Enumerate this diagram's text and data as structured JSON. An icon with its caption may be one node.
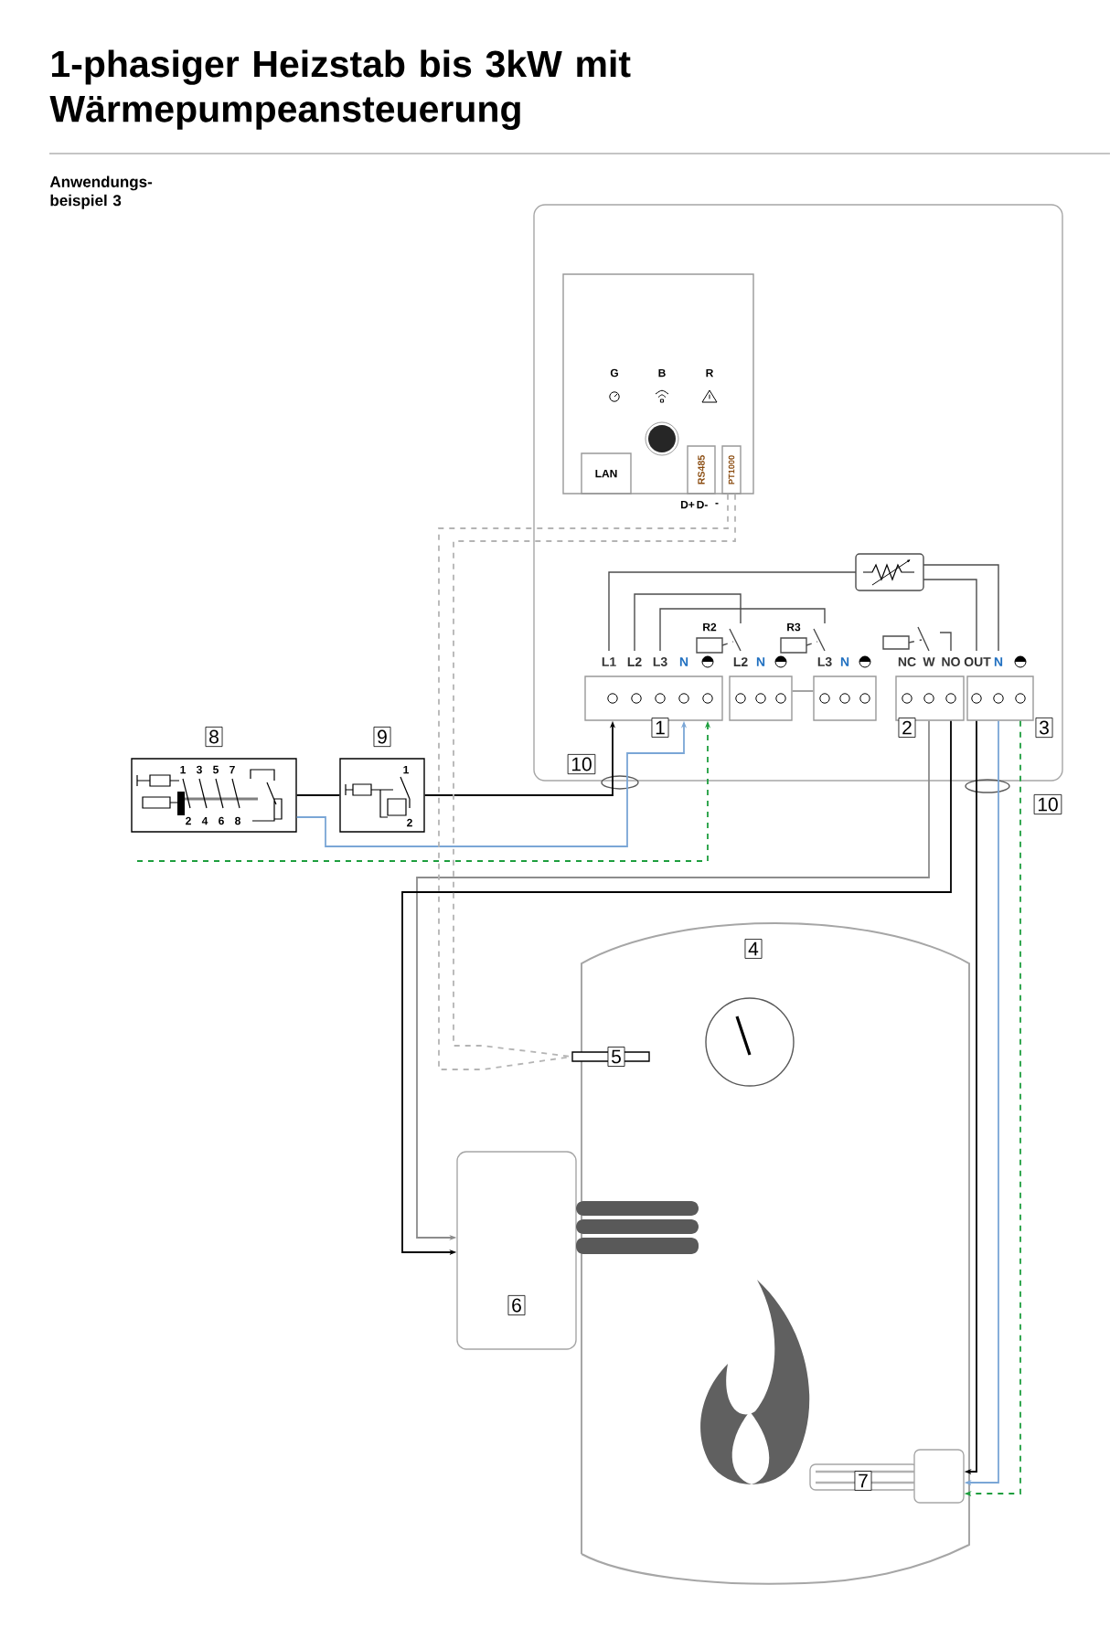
{
  "diagram": {
    "title": "1-phasiger Heizstab bis 3kW mit Wärmepumpeansteuerung",
    "nodes": [
      {
        "text": [],
        "shape": "box"
      },
      {
        "text": [
          "G",
          "B",
          "R"
        ],
        "in": 0
      },
      {
        "text": [
          "LAN"
        ],
        "in": 1
      },
      {
        "text": [
          "RS485"
        ],
        "in": 1,
        "beside": [
          "D+",
          "D-",
          "-"
        ]
      },
      {
        "text": [
          "PT1000"
        ],
        "in": 1
      },
      {
        "text": [
          "L1",
          "L2",
          "L3",
          "N",
          "1"
        ],
        "in": 0
      },
      {
        "text": [
          "L2",
          "N"
        ],
        "in": 0
      },
      {
        "text": [
          "L3",
          "N"
        ],
        "in": 0
      },
      {
        "text": [
          "NC",
          "W",
          "NO",
          "2"
        ],
        "in": 0
      },
      {
        "text": [
          "OUT",
          "N",
          "3"
        ],
        "in": 0
      },
      {
        "text": [
          "8",
          "1",
          "3",
          "5",
          "7",
          "2",
          "4",
          "6",
          "8"
        ]
      },
      {
        "text": [
          "9",
          "1",
          "2"
        ]
      },
      {
        "text": [
          "4"
        ]
      },
      {
        "text": [
          "5"
        ]
      },
      {
        "text": [
          "6"
        ]
      },
      {
        "text": [
          "7"
        ],
        "in": 12
      }
    ],
    "edges": [
      {
        "from": 10,
        "to": 11,
        "arrow": "none"
      },
      {
        "from": 11,
        "to": 5,
        "arrow": "to"
      },
      {
        "from": 10,
        "to": 5,
        "arrow": "to",
        "color": "#7aa6d6"
      },
      {
        "from": null,
        "to": 5,
        "arrow": "to",
        "style": "dashed",
        "color": "#1e9e3e"
      },
      {
        "from": 8,
        "to": 14,
        "arrow": "to",
        "color": "#8c8c8c"
      },
      {
        "from": 8,
        "to": 14,
        "arrow": "to"
      },
      {
        "from": 9,
        "to": 15,
        "arrow": "to"
      },
      {
        "from": 9,
        "to": 15,
        "arrow": "to",
        "color": "#7aa6d6"
      },
      {
        "from": 9,
        "to": 15,
        "arrow": "to",
        "style": "dashed",
        "color": "#1e9e3e"
      },
      {
        "from": 4,
        "to": 13,
        "arrow": "none",
        "style": "dashed",
        "color": "#b4b4b4"
      },
      {
        "from": 4,
        "to": 13,
        "arrow": "none",
        "style": "dashed",
        "color": "#b4b4b4"
      },
      {
        "from": 6,
        "to": 7,
        "arrow": "none",
        "color": "#999999"
      }
    ],
    "labels": [
      "Anwendungs- beispiel 3",
      "R2",
      "R3",
      "10",
      "10"
    ]
  }
}
